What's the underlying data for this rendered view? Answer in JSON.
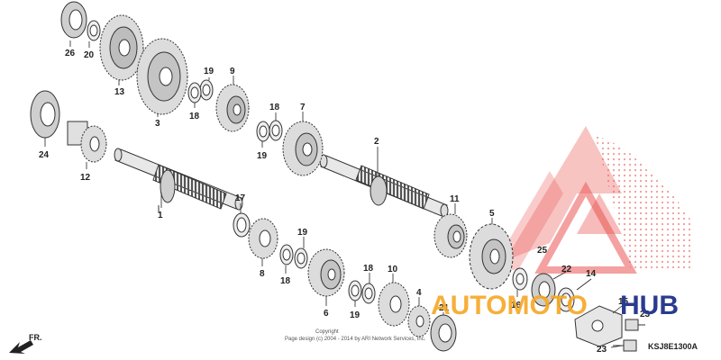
{
  "parts": [
    {
      "num": "26",
      "shape": "bearing"
    },
    {
      "num": "20",
      "shape": "washer"
    },
    {
      "num": "13",
      "shape": "gear"
    },
    {
      "num": "3",
      "shape": "gear"
    },
    {
      "num": "19",
      "shape": "washer"
    },
    {
      "num": "18",
      "shape": "washer"
    },
    {
      "num": "9",
      "shape": "gear"
    },
    {
      "num": "18",
      "shape": "washer"
    },
    {
      "num": "19",
      "shape": "washer"
    },
    {
      "num": "7",
      "shape": "gear"
    },
    {
      "num": "24",
      "shape": "bearing"
    },
    {
      "num": "12",
      "shape": "gear"
    },
    {
      "num": "1",
      "shape": "shaft"
    },
    {
      "num": "2",
      "shape": "shaft"
    },
    {
      "num": "17",
      "shape": "washer"
    },
    {
      "num": "8",
      "shape": "gear"
    },
    {
      "num": "18",
      "shape": "washer"
    },
    {
      "num": "19",
      "shape": "washer"
    },
    {
      "num": "6",
      "shape": "gear"
    },
    {
      "num": "18",
      "shape": "washer"
    },
    {
      "num": "19",
      "shape": "washer"
    },
    {
      "num": "10",
      "shape": "gear"
    },
    {
      "num": "4",
      "shape": "gear"
    },
    {
      "num": "21",
      "shape": "bearing"
    },
    {
      "num": "11",
      "shape": "gear"
    },
    {
      "num": "5",
      "shape": "sprocket"
    },
    {
      "num": "25",
      "shape": "washer"
    },
    {
      "num": "16",
      "shape": "washer"
    },
    {
      "num": "22",
      "shape": "bearing"
    },
    {
      "num": "14",
      "shape": "washer"
    },
    {
      "num": "15",
      "shape": "bolt"
    },
    {
      "num": "23",
      "shape": "bolt"
    },
    {
      "num": "23",
      "shape": "bolt"
    }
  ],
  "copyright_line1": "Copyright",
  "copyright_line2": "Page design (c) 2004 - 2014 by ARI Network Services, Inc.",
  "diagram_code": "KSJ8E1300A",
  "direction_label": "FR.",
  "watermark": {
    "part1": "AUTOMOTO",
    "part2": "HUB"
  },
  "colors": {
    "ink": "#222222",
    "gear_fill": "#dcdcdc",
    "gear_stroke": "#333333",
    "watermark_red": "#e53935",
    "watermark_orange": "#f5a623",
    "watermark_blue": "#2a3b8f"
  }
}
